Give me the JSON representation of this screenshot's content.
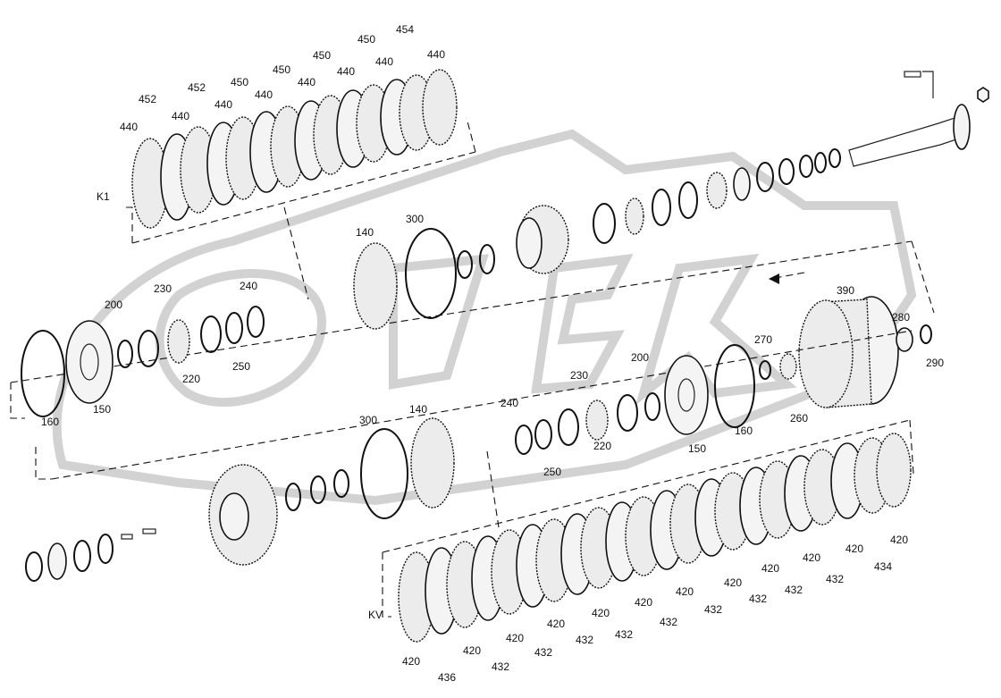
{
  "labels": [
    {
      "id": "l1",
      "text": "440"
    },
    {
      "id": "l2",
      "text": "452"
    },
    {
      "id": "l3",
      "text": "440"
    },
    {
      "id": "l4",
      "text": "452"
    },
    {
      "id": "l5",
      "text": "440"
    },
    {
      "id": "l6",
      "text": "450"
    },
    {
      "id": "l7",
      "text": "440"
    },
    {
      "id": "l8",
      "text": "450"
    },
    {
      "id": "l9",
      "text": "440"
    },
    {
      "id": "l10",
      "text": "450"
    },
    {
      "id": "l11",
      "text": "440"
    },
    {
      "id": "l12",
      "text": "450"
    },
    {
      "id": "l13",
      "text": "440"
    },
    {
      "id": "l14",
      "text": "454"
    },
    {
      "id": "l15",
      "text": "440"
    },
    {
      "id": "l16",
      "text": "K1"
    },
    {
      "id": "l17",
      "text": "140"
    },
    {
      "id": "l18",
      "text": "300"
    },
    {
      "id": "l19",
      "text": "230"
    },
    {
      "id": "l20",
      "text": "200"
    },
    {
      "id": "l21",
      "text": "240"
    },
    {
      "id": "l22",
      "text": "220"
    },
    {
      "id": "l23",
      "text": "250"
    },
    {
      "id": "l24",
      "text": "160"
    },
    {
      "id": "l25",
      "text": "150"
    },
    {
      "id": "l26",
      "text": "390"
    },
    {
      "id": "l27",
      "text": "280"
    },
    {
      "id": "l28",
      "text": "290"
    },
    {
      "id": "l29",
      "text": "270"
    },
    {
      "id": "l30",
      "text": "260"
    },
    {
      "id": "l31",
      "text": "200"
    },
    {
      "id": "l32",
      "text": "230"
    },
    {
      "id": "l33",
      "text": "240"
    },
    {
      "id": "l34",
      "text": "220"
    },
    {
      "id": "l35",
      "text": "250"
    },
    {
      "id": "l36",
      "text": "150"
    },
    {
      "id": "l37",
      "text": "160"
    },
    {
      "id": "l38",
      "text": "300"
    },
    {
      "id": "l39",
      "text": "140"
    },
    {
      "id": "l40",
      "text": "KV"
    },
    {
      "id": "l41",
      "text": "420"
    },
    {
      "id": "l42",
      "text": "436"
    },
    {
      "id": "l43",
      "text": "420"
    },
    {
      "id": "l44",
      "text": "432"
    },
    {
      "id": "l45",
      "text": "420"
    },
    {
      "id": "l46",
      "text": "432"
    },
    {
      "id": "l47",
      "text": "420"
    },
    {
      "id": "l48",
      "text": "432"
    },
    {
      "id": "l49",
      "text": "420"
    },
    {
      "id": "l50",
      "text": "432"
    },
    {
      "id": "l51",
      "text": "420"
    },
    {
      "id": "l52",
      "text": "432"
    },
    {
      "id": "l53",
      "text": "420"
    },
    {
      "id": "l54",
      "text": "432"
    },
    {
      "id": "l55",
      "text": "420"
    },
    {
      "id": "l56",
      "text": "432"
    },
    {
      "id": "l57",
      "text": "420"
    },
    {
      "id": "l58",
      "text": "432"
    },
    {
      "id": "l59",
      "text": "420"
    },
    {
      "id": "l60",
      "text": "432"
    },
    {
      "id": "l61",
      "text": "420"
    },
    {
      "id": "l62",
      "text": "434"
    },
    {
      "id": "l63",
      "text": "420"
    }
  ]
}
